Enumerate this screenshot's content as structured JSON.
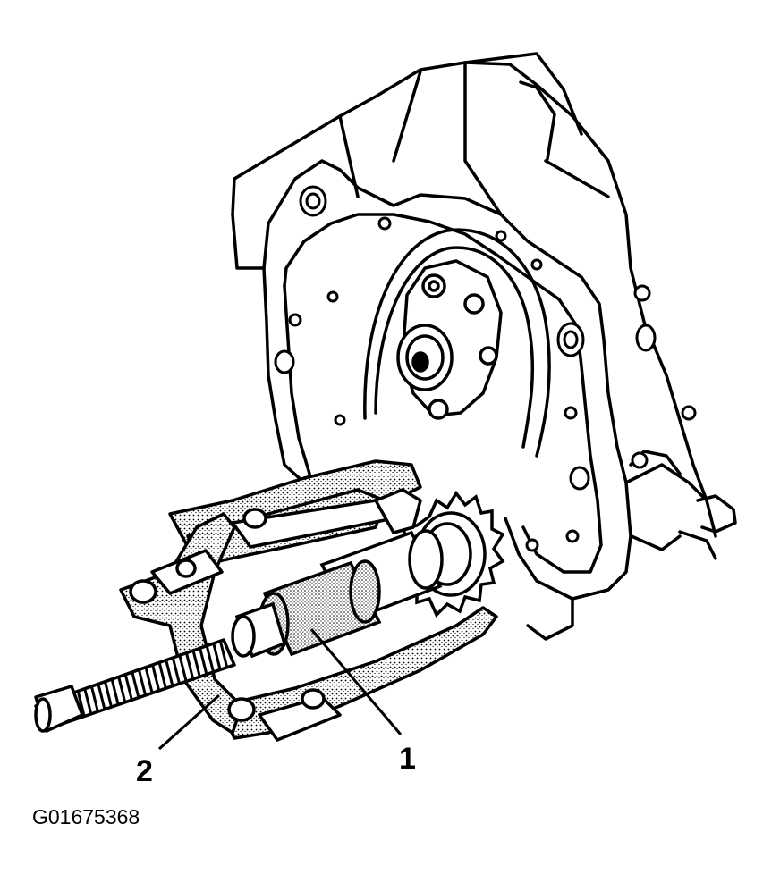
{
  "illustration": {
    "subject-icon": "puller-removing-crankshaft-sprocket",
    "callouts": [
      {
        "number": "1"
      },
      {
        "number": "2"
      }
    ],
    "figure_id": "G01675368"
  }
}
